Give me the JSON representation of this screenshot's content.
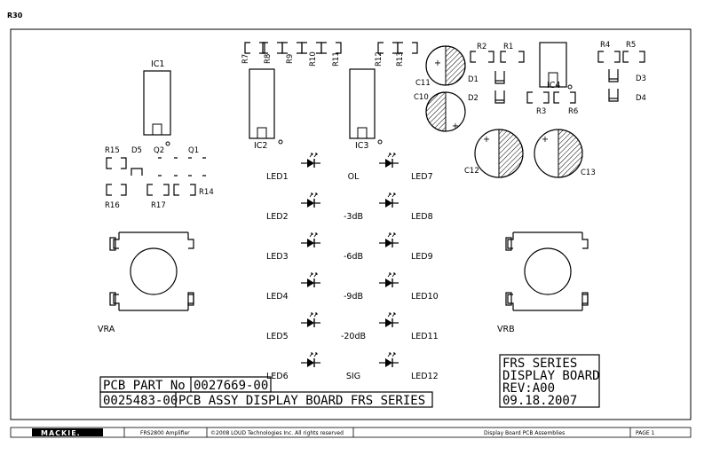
{
  "header": {
    "ref": "R30"
  },
  "ics": {
    "ic1": "IC1",
    "ic2": "IC2",
    "ic3": "IC3",
    "ic4": "IC4"
  },
  "resistors": {
    "r1": "R1",
    "r2": "R2",
    "r3": "R3",
    "r4": "R4",
    "r5": "R5",
    "r6": "R6",
    "r7": "R7",
    "r8": "R8",
    "r9": "R9",
    "r10": "R10",
    "r11": "R11",
    "r12": "R12",
    "r13": "R13",
    "r14": "R14",
    "r15": "R15",
    "r16": "R16",
    "r17": "R17"
  },
  "caps": {
    "c10": "C10",
    "c11": "C11",
    "c12": "C12",
    "c13": "C13"
  },
  "diodes": {
    "d1": "D1",
    "d2": "D2",
    "d3": "D3",
    "d4": "D4",
    "d5": "D5"
  },
  "transistors": {
    "q1": "Q1",
    "q2": "Q2"
  },
  "pots": {
    "vra": "VRA",
    "vrb": "VRB"
  },
  "leds_left": [
    "LED1",
    "LED2",
    "LED3",
    "LED4",
    "LED5",
    "LED6"
  ],
  "leds_right": [
    "LED7",
    "LED8",
    "LED9",
    "LED10",
    "LED11",
    "LED12"
  ],
  "levels": [
    "OL",
    "-3dB",
    "-6dB",
    "-9dB",
    "-20dB",
    "SIG"
  ],
  "pcb_box": {
    "part_no_label": "PCB PART No",
    "part_no": "0027669-00",
    "assy_no": "0025483-00",
    "assy_desc": "PCB ASSY DISPLAY BOARD FRS SERIES"
  },
  "rev_box": {
    "line1": "FRS SERIES",
    "line2": "DISPLAY BOARD",
    "line3": "REV:A00",
    "line4": "09.18.2007"
  },
  "footer": {
    "logo": "MACKIE.",
    "model": "FRS2800 Amplifier",
    "copyright": "©2008 LOUD Technologies Inc. All rights reserved",
    "title": "Display Board PCB Assemblies",
    "page": "PAGE 1"
  }
}
